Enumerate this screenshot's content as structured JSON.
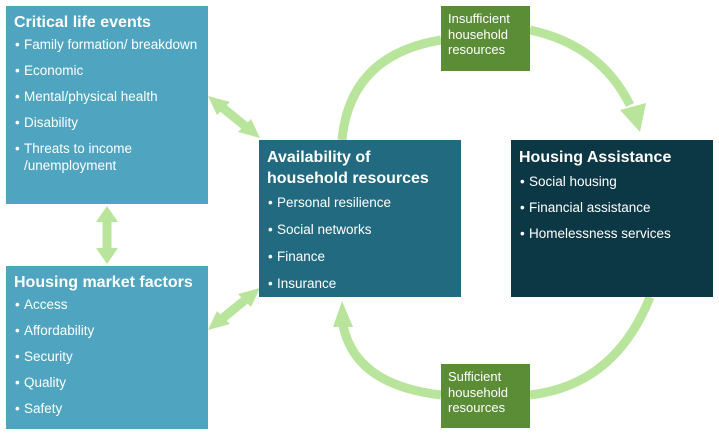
{
  "critical_life_events": {
    "title": "Critical life events",
    "items": [
      "Family formation/ breakdown",
      "Economic",
      "Mental/physical health",
      "Disability",
      "Threats to income /unemployment"
    ]
  },
  "housing_market_factors": {
    "title": "Housing market factors",
    "items": [
      "Access",
      "Affordability",
      "Security",
      "Quality",
      "Safety"
    ]
  },
  "availability": {
    "title": "Availability of household resources",
    "items": [
      "Personal resilience",
      "Social networks",
      "Finance",
      "Insurance"
    ]
  },
  "housing_assistance": {
    "title": "Housing Assistance",
    "items": [
      "Social housing",
      "Financial assistance",
      "Homelessness services"
    ]
  },
  "insufficient": "Insufficient household resources",
  "sufficient": "Sufficient household resources",
  "colors": {
    "light_box": "#4fa4c0",
    "mid_box": "#216a80",
    "dark_box": "#0c3745",
    "green_label": "#5b8c36",
    "arrow": "#b9e49b"
  }
}
